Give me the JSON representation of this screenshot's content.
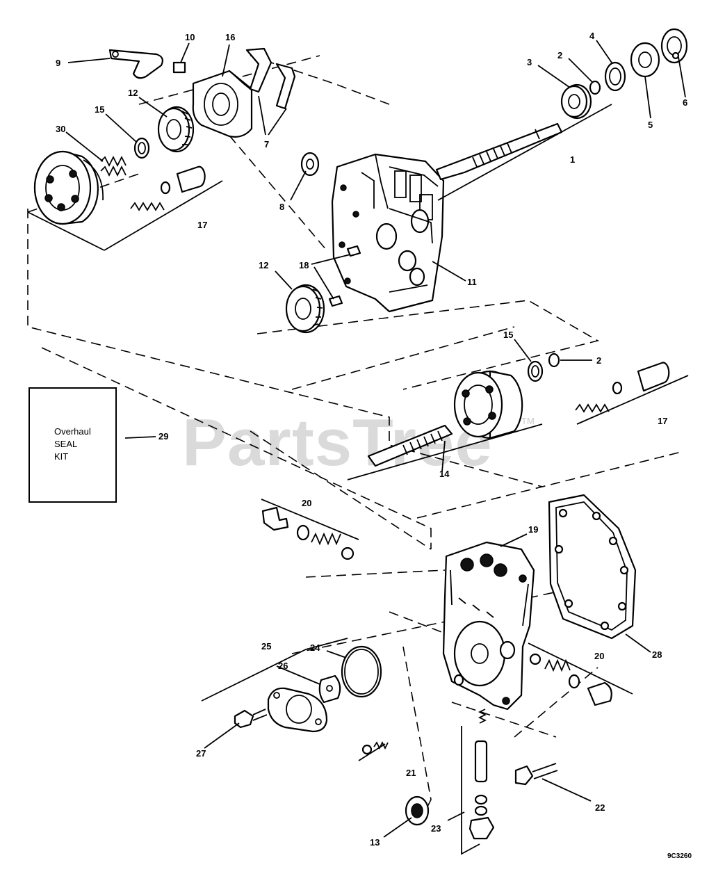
{
  "callouts": {
    "c1": "1",
    "c2": "2",
    "c3": "3",
    "c4": "4",
    "c5": "5",
    "c6": "6",
    "c7": "7",
    "c8": "8",
    "c9": "9",
    "c10": "10",
    "c11": "11",
    "c12": "12",
    "c13": "13",
    "c14": "14",
    "c15": "15",
    "c16": "16",
    "c17": "17",
    "c18": "18",
    "c19": "19",
    "c20": "20",
    "c21": "21",
    "c22": "22",
    "c23": "23",
    "c24": "24",
    "c25": "25",
    "c26": "26",
    "c27": "27",
    "c28": "28",
    "c29": "29",
    "c30": "30"
  },
  "kit_box": {
    "line1": "Overhaul",
    "line2": "SEAL",
    "line3": "KIT"
  },
  "watermark": {
    "text": "PartsTree",
    "tm": "TM"
  },
  "drawing_code": "9C3260"
}
